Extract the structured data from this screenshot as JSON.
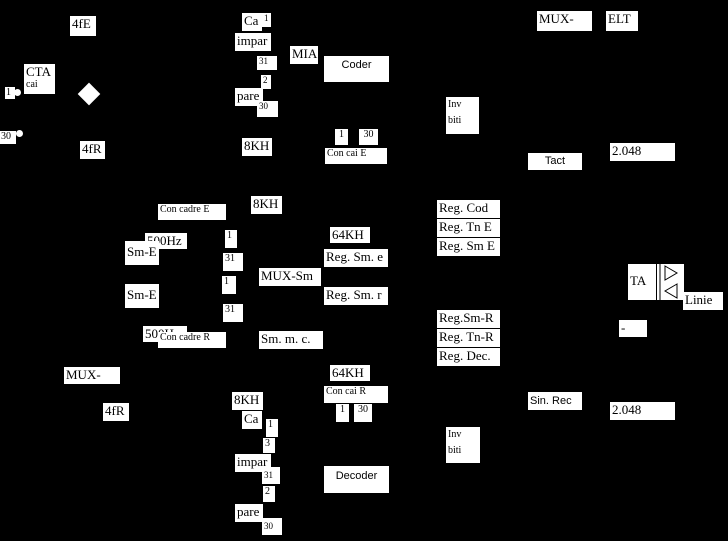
{
  "labels": {
    "f4E": "4fE",
    "cta_top": "CTA",
    "cta_bottom": "cai",
    "n1_left": "1",
    "n30_left": "30",
    "f4R_top": "4fR",
    "ca_top": "Ca",
    "ca_top_num": "1",
    "impar_top": "impar",
    "n31_top": "31",
    "n2_top": "2",
    "pare_top": "pare",
    "n30_top": "30",
    "mia": "MIA",
    "coder": "Coder",
    "khz8_top": "8KH",
    "con_cai_e_1": "1",
    "con_cai_e_30": "30",
    "con_cai_e": "Con cai E",
    "mux_top": "MUX-",
    "elt": "ELT",
    "inv_biti_top_1": "Inv",
    "inv_biti_top_2": "biti",
    "tact": "Tact",
    "f2048_top": "2.048",
    "con_cadre_e": "Con cadre E",
    "khz8_mid": "8KH",
    "hz500_top": "500Hz",
    "sm_e_1": "Sm-E",
    "n1_a": "1",
    "n31_a": "31",
    "n1_b": "1",
    "mux_sm": "MUX-Sm",
    "sm_e_2": "Sm-E",
    "n31_b": "31",
    "khz64_top": "64KH",
    "reg_sm_e": "Reg. Sm. e",
    "reg_sm_r": "Reg. Sm. r",
    "reg_cod": "Reg. Cod",
    "reg_tn_e": "Reg. Tn E",
    "reg_sm_e2": "Reg. Sm E",
    "ta": "TA",
    "linie": "Linie",
    "reg_sm_r2": "Reg.Sm-R",
    "reg_tn_r": "Reg. Tn-R",
    "reg_dec": "Reg. Dec.",
    "dash_right": "-",
    "hz500_bottom": "500Hz",
    "con_cadre_r": "Con cadre R",
    "sm_m_c": "Sm. m. c.",
    "mux_bottom": "MUX-",
    "khz64_bottom": "64KH",
    "con_cai_r": "Con cai R",
    "f4R_bottom": "4fR",
    "khz8_bottom": "8KH",
    "con_cai_r_1": "1",
    "con_cai_r_30": "30",
    "sin_rec": "Sin. Rec",
    "f2048_bottom": "2.048",
    "ca_bottom": "Ca",
    "ca_bottom_num": "1",
    "n3_bottom": "3",
    "impar_bottom": "impar",
    "n31_bottom": "31",
    "n2_bottom": "2",
    "pare_bottom": "pare",
    "n30_bottom": "30",
    "decoder": "Decoder",
    "inv_biti_bottom_1": "Inv",
    "inv_biti_bottom_2": "biti"
  }
}
